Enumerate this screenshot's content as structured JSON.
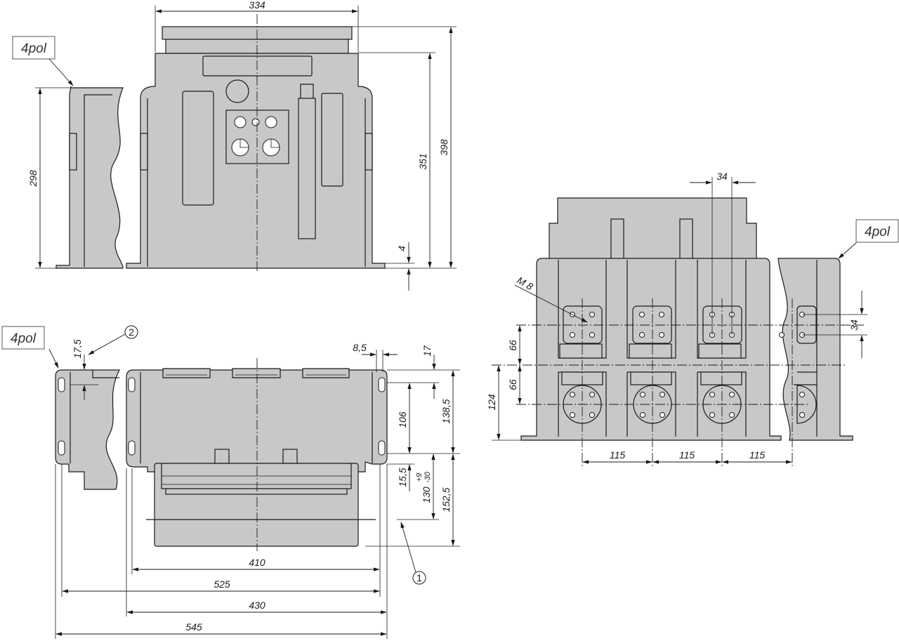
{
  "labels": {
    "pole_tag": "4pol",
    "callout_1": "1",
    "callout_2": "2",
    "thread": "M 8"
  },
  "front_view": {
    "dims": {
      "width_top": "334",
      "height_298": "298",
      "height_351": "351",
      "height_398": "398",
      "foot": "4"
    }
  },
  "top_view": {
    "dims": {
      "d_17_5": "17,5",
      "d_8_5": "8,5",
      "d_17": "17",
      "d_106": "106",
      "d_138_5": "138,5",
      "d_15_5": "15,5",
      "d_130": "130",
      "d_tol_plus": "+9",
      "d_tol_minus": "-30",
      "d_152_5": "152,5",
      "w_410": "410",
      "w_525": "525",
      "w_430": "430",
      "w_545": "545"
    }
  },
  "rear_view": {
    "dims": {
      "d_34_top": "34",
      "d_34_side": "34",
      "d_66_upper": "66",
      "d_66_lower": "66",
      "d_124": "124",
      "pitch": [
        "115",
        "115",
        "115"
      ]
    }
  },
  "colors": {
    "fill": "#c8c8c8",
    "line": "#1a1a1a",
    "background": "#ffffff"
  }
}
